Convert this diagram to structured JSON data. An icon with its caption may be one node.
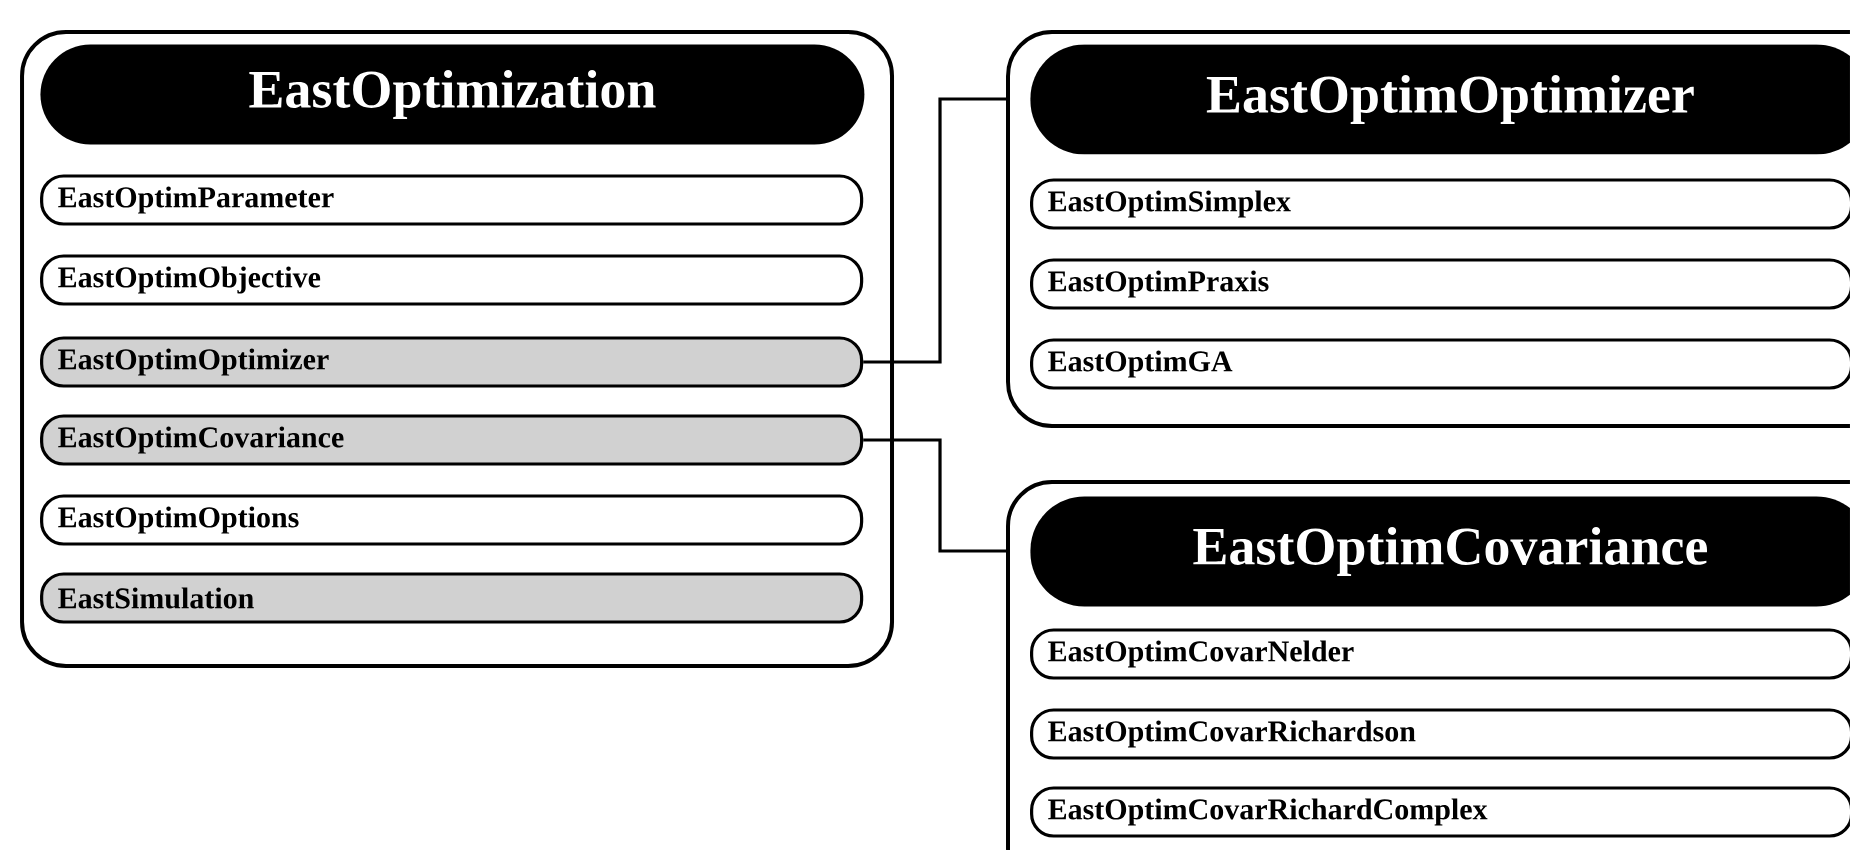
{
  "diagram": {
    "nodes": [
      {
        "text": [
          "EastOptimization"
        ]
      },
      {
        "text": [
          "EastOptimParameter"
        ],
        "in": 0
      },
      {
        "text": [
          "EastOptimObjective"
        ],
        "in": 0
      },
      {
        "text": [
          "EastOptimOptimizer"
        ],
        "in": 0
      },
      {
        "text": [
          "EastOptimCovariance"
        ],
        "in": 0
      },
      {
        "text": [
          "EastOptimOptions"
        ],
        "in": 0
      },
      {
        "text": [
          "EastSimulation"
        ],
        "in": 0
      },
      {
        "text": [
          "EastOptimOptimizer"
        ]
      },
      {
        "text": [
          "EastOptimSimplex"
        ],
        "in": 7
      },
      {
        "text": [
          "EastOptimPraxis"
        ],
        "in": 7
      },
      {
        "text": [
          "EastOptimGA"
        ],
        "in": 7
      },
      {
        "text": [
          "EastOptimCovariance"
        ]
      },
      {
        "text": [
          "EastOptimCovarNelder"
        ],
        "in": 11
      },
      {
        "text": [
          "EastOptimCovarRichardson"
        ],
        "in": 11
      },
      {
        "text": [
          "EastOptimCovarRichardComplex"
        ],
        "in": 11
      }
    ],
    "edges": [
      {
        "from": 3,
        "to": 7,
        "arrow": "none"
      },
      {
        "from": 4,
        "to": 11,
        "arrow": "none"
      }
    ]
  }
}
